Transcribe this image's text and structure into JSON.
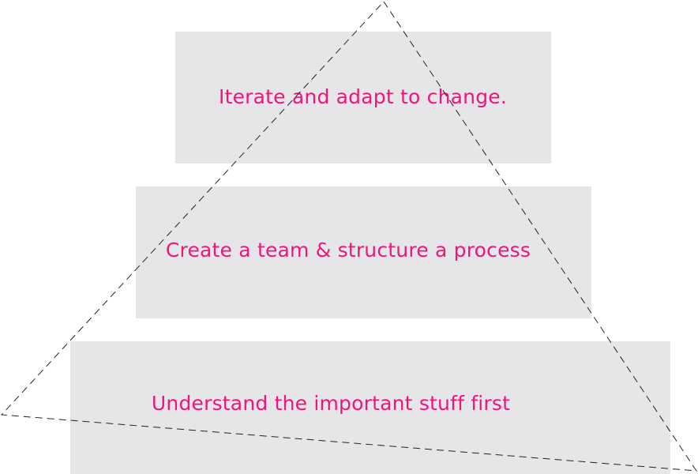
{
  "diagram": {
    "tiers": [
      {
        "label": "Iterate and adapt to change."
      },
      {
        "label": "Create a team & structure a process"
      },
      {
        "label": "Understand the important stuff first"
      }
    ],
    "colors": {
      "tier_fill": "#e6e6e8",
      "text": "#f0147c",
      "outline": "#222222"
    },
    "outline_shape": "dashed-triangle"
  }
}
